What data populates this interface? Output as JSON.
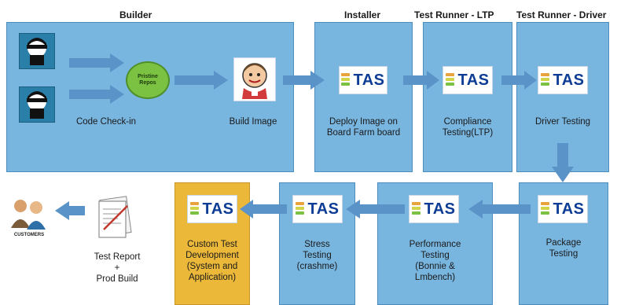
{
  "headers": {
    "builder": "Builder",
    "installer": "Installer",
    "ltp": "Test Runner - LTP",
    "driver": "Test Runner - Driver"
  },
  "pipeline_badge": "Pristine Repos",
  "tas_logo_text": "TAS",
  "steps": {
    "checkin": "Code Check-in",
    "build": "Build Image",
    "deploy": [
      "Deploy Image on",
      "Board Farm board"
    ],
    "compliance": [
      "Compliance",
      "Testing(LTP)"
    ],
    "driver": "Driver Testing",
    "package": [
      "Package",
      "Testing"
    ],
    "performance": [
      "Performance",
      "Testing",
      "(Bonnie &",
      "Lmbench)"
    ],
    "stress": [
      "Stress",
      "Testing",
      "(crashme)"
    ],
    "custom": [
      "Custom Test",
      "Development",
      "(System and",
      "Application)"
    ]
  },
  "report": [
    "Test Report",
    "+",
    "Prod Build"
  ],
  "customers_label": "CUSTOMERS",
  "colors": {
    "panel": "#78b5df",
    "panel_border": "#4d8dbd",
    "arrow": "#5a93c8",
    "custom_panel": "#ecb83a",
    "tas_text": "#0d3c94",
    "badge": "#7cc242"
  }
}
